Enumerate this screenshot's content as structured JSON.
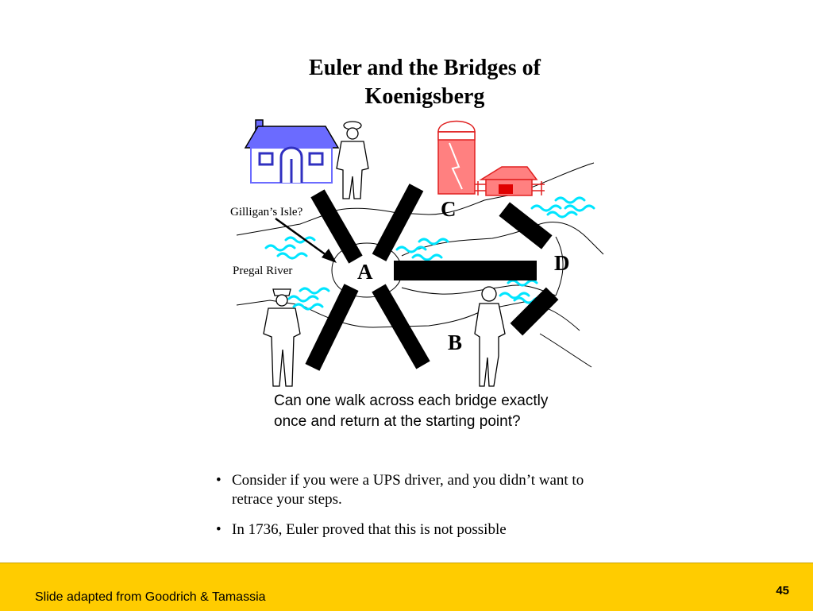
{
  "slide": {
    "title_line1": "Euler and the Bridges of",
    "title_line2": "Koenigsberg",
    "labels": {
      "gilligan": "Gilligan’s Isle?",
      "pregal": "Pregal River",
      "a": "A",
      "b": "B",
      "c": "C",
      "d": "D"
    },
    "question": "Can one walk across each bridge exactly once and return at the starting point?",
    "bullets": [
      "Consider if you were a UPS driver, and you didn’t want to retrace your steps.",
      "In 1736, Euler proved that this is not possible"
    ],
    "bullet_glyph": "•"
  },
  "footer": {
    "source": "Slide adapted from Goodrich & Tamassia",
    "page_number": "45"
  },
  "colors": {
    "house": "#6b6bff",
    "barn": "#ff8080",
    "water": "#00e5ff",
    "footer": "#ffcc00"
  },
  "icons": [
    "house-icon",
    "barn-icon",
    "silo-icon",
    "person-icon",
    "water-wave-icon",
    "arrow-icon"
  ]
}
